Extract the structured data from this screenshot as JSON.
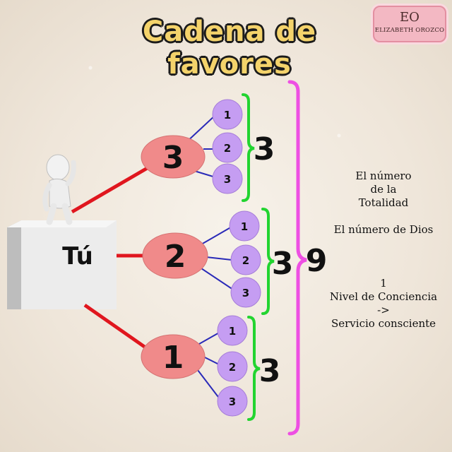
{
  "title": "Cadena de favores",
  "logo": {
    "mark": "EO",
    "text": "ELIZABETH OROZCO"
  },
  "root": {
    "label": "Tú"
  },
  "branches": [
    {
      "label": "3",
      "children": [
        "1",
        "2",
        "3"
      ],
      "group_total": "3"
    },
    {
      "label": "2",
      "children": [
        "1",
        "2",
        "3"
      ],
      "group_total": "3"
    },
    {
      "label": "1",
      "children": [
        "1",
        "2",
        "3"
      ],
      "group_total": "3"
    }
  ],
  "grand_total": "9",
  "notes": {
    "block1": [
      "El número",
      "de la",
      "Totalidad"
    ],
    "block2": "El número de Dios",
    "block3": [
      "1",
      "Nivel de Conciencia",
      "->",
      "Servicio consciente"
    ]
  },
  "colors": {
    "red_line": "#e0161e",
    "ellipse": "#f08a8a",
    "circle": "#c59df2",
    "green_brace": "#22d430",
    "pink_brace": "#ee4fe3",
    "blue_line": "#2a2ab8"
  }
}
